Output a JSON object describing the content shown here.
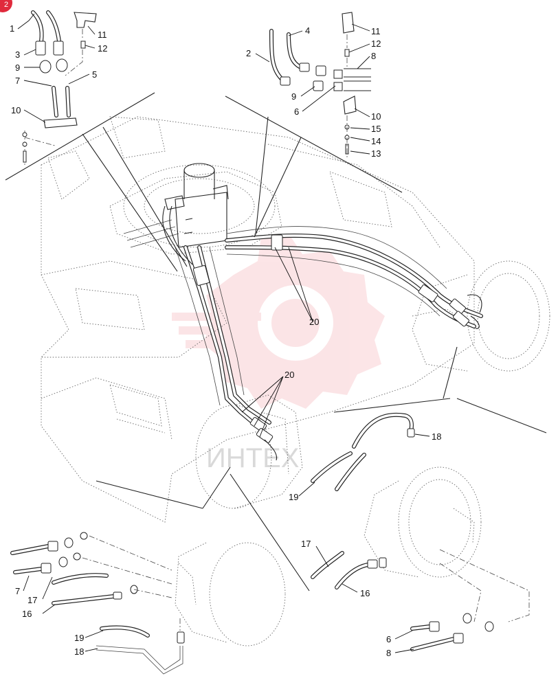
{
  "badge": "2",
  "watermark": {
    "text": "ИНТЕХ",
    "color": "#e63946"
  },
  "colors": {
    "line": "#222222",
    "badge": "#e02a3c",
    "watermark_gear": "#f08a90"
  },
  "callouts": [
    {
      "id": "c1",
      "text": "1"
    },
    {
      "id": "c3",
      "text": "3"
    },
    {
      "id": "c9a",
      "text": "9"
    },
    {
      "id": "c7a",
      "text": "7"
    },
    {
      "id": "c10a",
      "text": "10"
    },
    {
      "id": "c11a",
      "text": "11"
    },
    {
      "id": "c12a",
      "text": "12"
    },
    {
      "id": "c5",
      "text": "5"
    },
    {
      "id": "c2",
      "text": "2"
    },
    {
      "id": "c4",
      "text": "4"
    },
    {
      "id": "c9b",
      "text": "9"
    },
    {
      "id": "c6a",
      "text": "6"
    },
    {
      "id": "c11b",
      "text": "11"
    },
    {
      "id": "c12b",
      "text": "12"
    },
    {
      "id": "c8a",
      "text": "8"
    },
    {
      "id": "c10b",
      "text": "10"
    },
    {
      "id": "c15",
      "text": "15"
    },
    {
      "id": "c14",
      "text": "14"
    },
    {
      "id": "c13",
      "text": "13"
    },
    {
      "id": "c20a",
      "text": "20"
    },
    {
      "id": "c20b",
      "text": "20"
    },
    {
      "id": "c18a",
      "text": "18"
    },
    {
      "id": "c19a",
      "text": "19"
    },
    {
      "id": "c17a",
      "text": "17"
    },
    {
      "id": "c7b",
      "text": "7"
    },
    {
      "id": "c16a",
      "text": "16"
    },
    {
      "id": "c19b",
      "text": "19"
    },
    {
      "id": "c18b",
      "text": "18"
    },
    {
      "id": "c17b",
      "text": "17"
    },
    {
      "id": "c16b",
      "text": "16"
    },
    {
      "id": "c6b",
      "text": "6"
    },
    {
      "id": "c8b",
      "text": "8"
    }
  ]
}
